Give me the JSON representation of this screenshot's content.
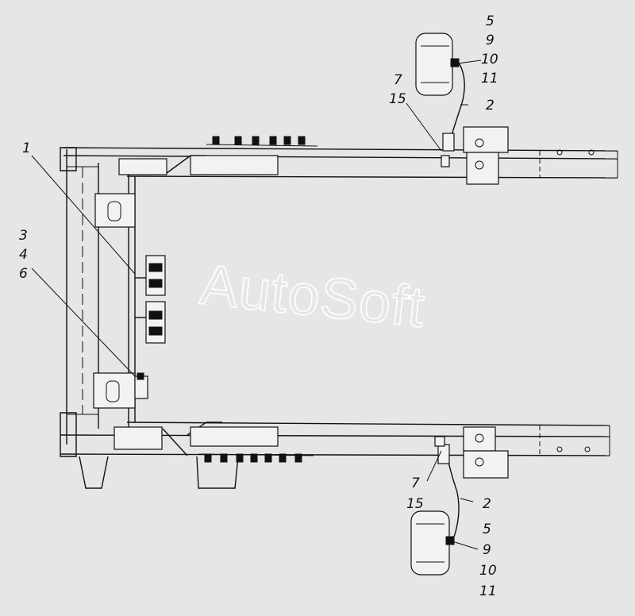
{
  "watermark": "AutoSoft",
  "callouts": {
    "top_right": [
      "5",
      "9",
      "10",
      "11"
    ],
    "top_mid": [
      "7",
      "15"
    ],
    "top_hose": "2",
    "left_top": "1",
    "left_mid": [
      "3",
      "4",
      "6"
    ],
    "bottom_mid": [
      "7",
      "15"
    ],
    "bottom_hose": "2",
    "bottom_right": [
      "5",
      "9",
      "10",
      "11"
    ]
  }
}
